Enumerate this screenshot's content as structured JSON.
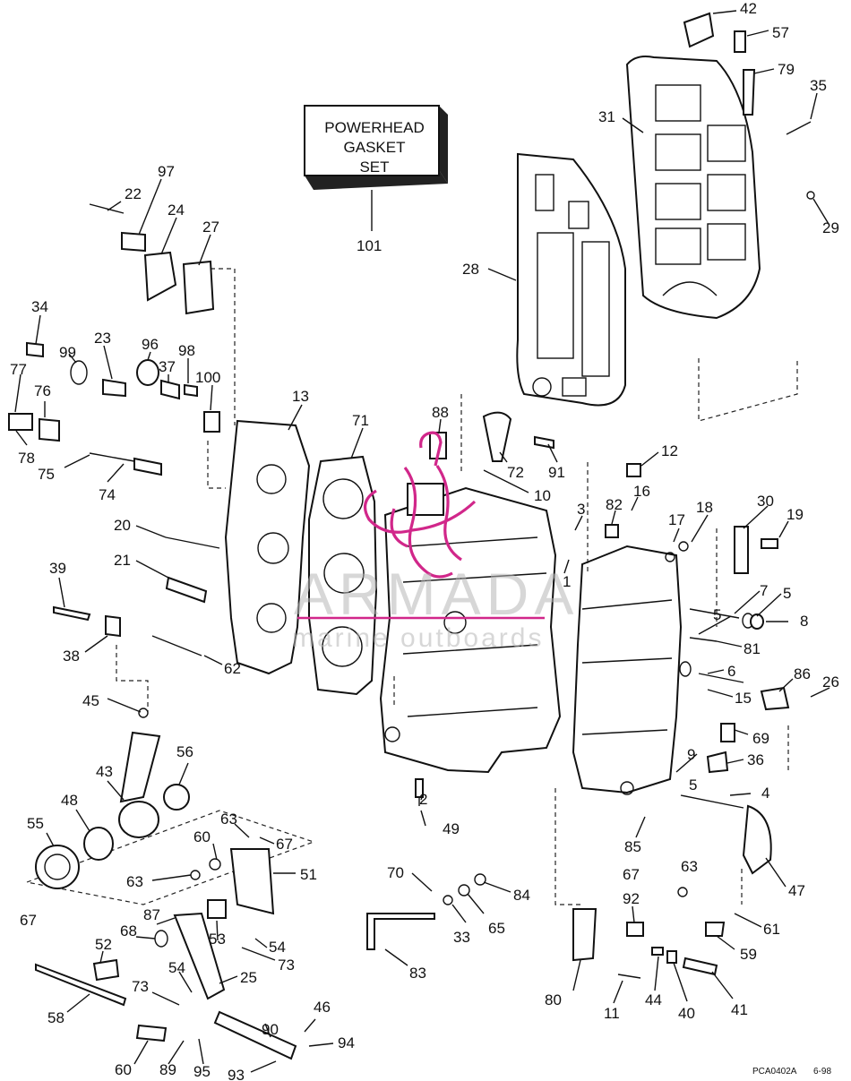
{
  "kit_box": {
    "line1": "POWERHEAD",
    "line2": "GASKET",
    "line3": "SET"
  },
  "watermark": {
    "brand": "ARMADA",
    "tagline": "marine outboards",
    "logo_color": "#d1278a"
  },
  "footer": {
    "code": "PCA0402A",
    "date": "6-98"
  },
  "callouts": [
    "42",
    "57",
    "79",
    "35",
    "31",
    "29",
    "28",
    "101",
    "97",
    "22",
    "24",
    "27",
    "34",
    "99",
    "23",
    "96",
    "98",
    "37",
    "100",
    "13",
    "77",
    "76",
    "78",
    "75",
    "74",
    "71",
    "88",
    "72",
    "91",
    "12",
    "16",
    "10",
    "3",
    "82",
    "17",
    "18",
    "30",
    "19",
    "1",
    "20",
    "21",
    "39",
    "38",
    "62",
    "7",
    "5",
    "8",
    "81",
    "6",
    "45",
    "86",
    "26",
    "15",
    "69",
    "56",
    "43",
    "36",
    "48",
    "55",
    "63",
    "67",
    "60",
    "51",
    "9",
    "4",
    "2",
    "49",
    "85",
    "47",
    "70",
    "84",
    "92",
    "33",
    "65",
    "61",
    "87",
    "68",
    "52",
    "54",
    "73",
    "53",
    "25",
    "59",
    "80",
    "44",
    "40",
    "41",
    "11",
    "83",
    "58",
    "90",
    "46",
    "94",
    "89",
    "95",
    "93"
  ],
  "colors": {
    "line": "#111111",
    "watermark_gray": "#b8b8b8"
  }
}
